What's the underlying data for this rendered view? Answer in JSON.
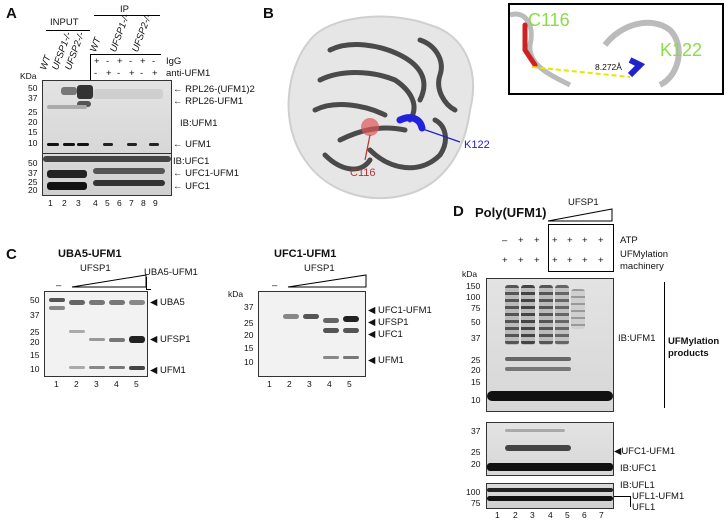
{
  "panel_a": {
    "label": "A",
    "input_header": "INPUT",
    "ip_header": "IP",
    "lane_groups": [
      "WT",
      "UFSP1-/-",
      "UFSP2-/-",
      "WT",
      "UFSP1-/-",
      "UFSP2-/-"
    ],
    "igg_label": "IgG",
    "anti_label": "anti-UFM1",
    "igg_signs": [
      "+",
      "-",
      "+",
      "-",
      "+",
      "-"
    ],
    "anti_signs": [
      "-",
      "+",
      "-",
      "+",
      "-",
      "+"
    ],
    "kda": "KDa",
    "markers_top": [
      "50",
      "37",
      "25",
      "20",
      "15",
      "10"
    ],
    "markers_bottom": [
      "50",
      "37",
      "25",
      "20"
    ],
    "band_labels_top": [
      "RPL26-(UFM1)2",
      "RPL26-UFM1",
      "IB:UFM1",
      "UFM1"
    ],
    "band_labels_bottom": [
      "IB:UFC1",
      "UFC1-UFM1",
      "UFC1"
    ],
    "lanes": [
      "1",
      "2",
      "3",
      "4",
      "5",
      "6",
      "7",
      "8",
      "9"
    ]
  },
  "panel_b": {
    "label": "B",
    "residues": [
      "C116",
      "K122"
    ],
    "inset_residues": [
      "C116",
      "K122"
    ],
    "distance": "8.272Å"
  },
  "panel_c_left": {
    "label": "C",
    "title": "UBA5-UFM1",
    "dash": "–",
    "ufsp1": "UFSP1",
    "substrate": "UBA5-UFM1",
    "markers": [
      "50",
      "37",
      "25",
      "20",
      "15",
      "10"
    ],
    "kda": "kDa",
    "band_labels": [
      "UBA5",
      "UFSP1",
      "UFM1"
    ],
    "lanes": [
      "1",
      "2",
      "3",
      "4",
      "5"
    ]
  },
  "panel_c_right": {
    "title": "UFC1-UFM1",
    "dash": "–",
    "ufsp1": "UFSP1",
    "markers": [
      "37",
      "25",
      "20",
      "15",
      "10"
    ],
    "kda": "kDa",
    "band_labels": [
      "UFC1-UFM1",
      "UFSP1",
      "UFC1",
      "UFM1"
    ],
    "lanes": [
      "1",
      "2",
      "3",
      "4",
      "5"
    ]
  },
  "panel_d": {
    "label": "D",
    "title": "Poly(UFM1)",
    "ufsp1": "UFSP1",
    "atp_label": "ATP",
    "machinery_label_1": "UFMylation",
    "machinery_label_2": "machinery",
    "atp_signs": [
      "–",
      "+",
      "+",
      "+",
      "+",
      "+",
      "+"
    ],
    "machinery_signs": [
      "+",
      "+",
      "+",
      "+",
      "+",
      "+",
      "+"
    ],
    "kda": "kDa",
    "markers_top": [
      "150",
      "100",
      "75",
      "50",
      "37",
      "25",
      "20",
      "15",
      "10"
    ],
    "markers_mid": [
      "37",
      "25",
      "20"
    ],
    "markers_bottom": [
      "100",
      "75"
    ],
    "ib_ufm1": "IB:UFM1",
    "products_1": "UFMylation",
    "products_2": "products",
    "ufc1_ufm1": "UFC1-UFM1",
    "ib_ufc1": "IB:UFC1",
    "ib_ufl1": "IB:UFL1",
    "ufl1_ufm1": "UFL1-UFM1",
    "ufl1": "UFL1",
    "lanes": [
      "1",
      "2",
      "3",
      "4",
      "5",
      "6",
      "7"
    ]
  }
}
